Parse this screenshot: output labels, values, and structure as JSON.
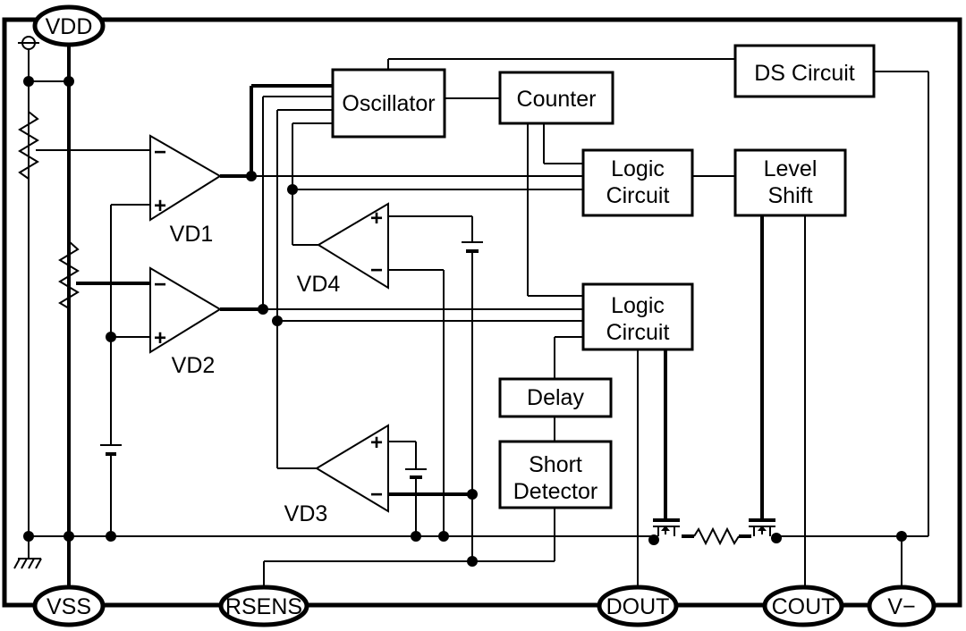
{
  "pins": {
    "vdd": "VDD",
    "vss": "VSS",
    "rsens": "RSENS",
    "dout": "DOUT",
    "cout": "COUT",
    "vminus": "V−"
  },
  "blocks": {
    "oscillator": "Oscillator",
    "counter": "Counter",
    "ds_circuit": "DS Circuit",
    "logic_circuit_top": [
      "Logic",
      "Circuit"
    ],
    "level_shift": [
      "Level",
      "Shift"
    ],
    "logic_circuit_bottom": [
      "Logic",
      "Circuit"
    ],
    "delay": "Delay",
    "short_detector": [
      "Short",
      "Detector"
    ]
  },
  "comparators": {
    "vd1": "VD1",
    "vd2": "VD2",
    "vd3": "VD3",
    "vd4": "VD4"
  },
  "signs": {
    "plus": "+",
    "minus": "−"
  }
}
